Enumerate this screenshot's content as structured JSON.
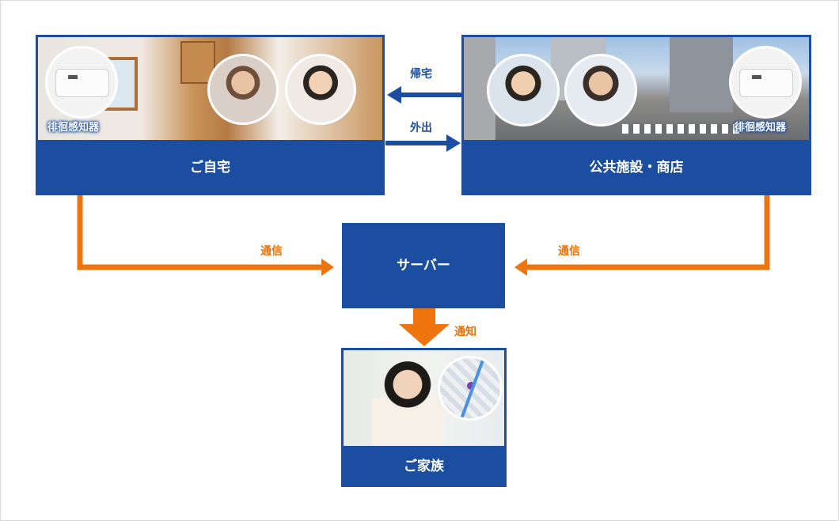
{
  "home": {
    "label": "ご自宅",
    "device_label": "徘徊感知器"
  },
  "public": {
    "label": "公共施設・商店",
    "device_label": "徘徊感知器"
  },
  "server": {
    "label": "サーバー"
  },
  "family": {
    "label": "ご家族"
  },
  "arrows": {
    "return_home": "帰宅",
    "go_out": "外出",
    "comm_left": "通信",
    "comm_right": "通信",
    "notify": "通知"
  },
  "colors": {
    "box_blue": "#1b4ea0",
    "arrow_orange": "#ee7410",
    "arrow_blue": "#1b4ea0"
  }
}
